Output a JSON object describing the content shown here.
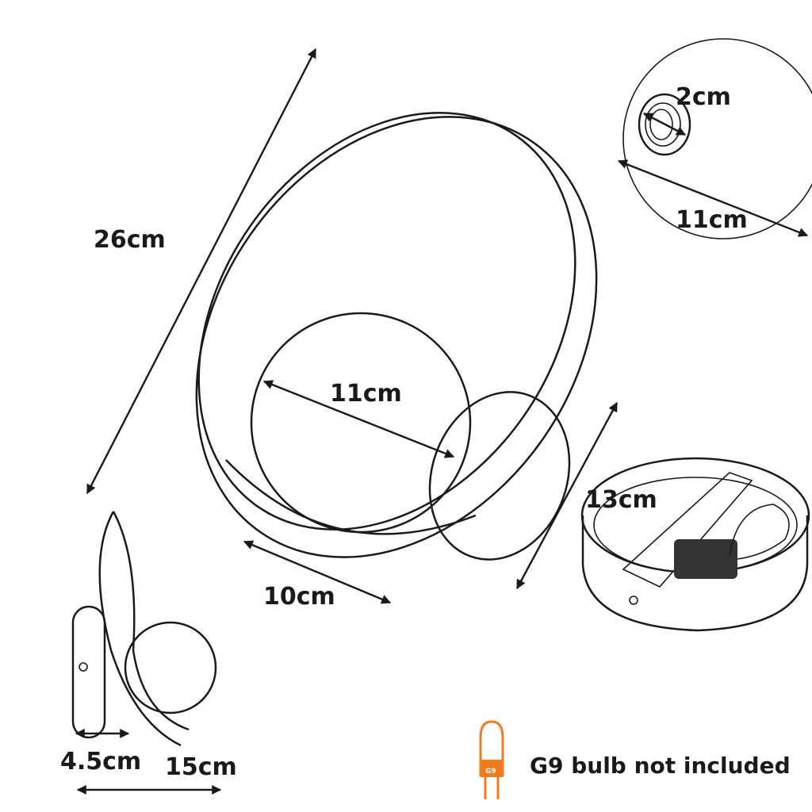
{
  "dimensions": {
    "height": "26cm",
    "shade_width": "11cm",
    "depth": "10cm",
    "base_diameter": "13cm",
    "screw_hole": "2cm",
    "back_plate": "11cm",
    "wall_offset": "4.5cm",
    "total_depth": "15cm"
  },
  "bulb": {
    "label": "G9 bulb not included",
    "socket": "G9",
    "color": "#f07b1d"
  }
}
